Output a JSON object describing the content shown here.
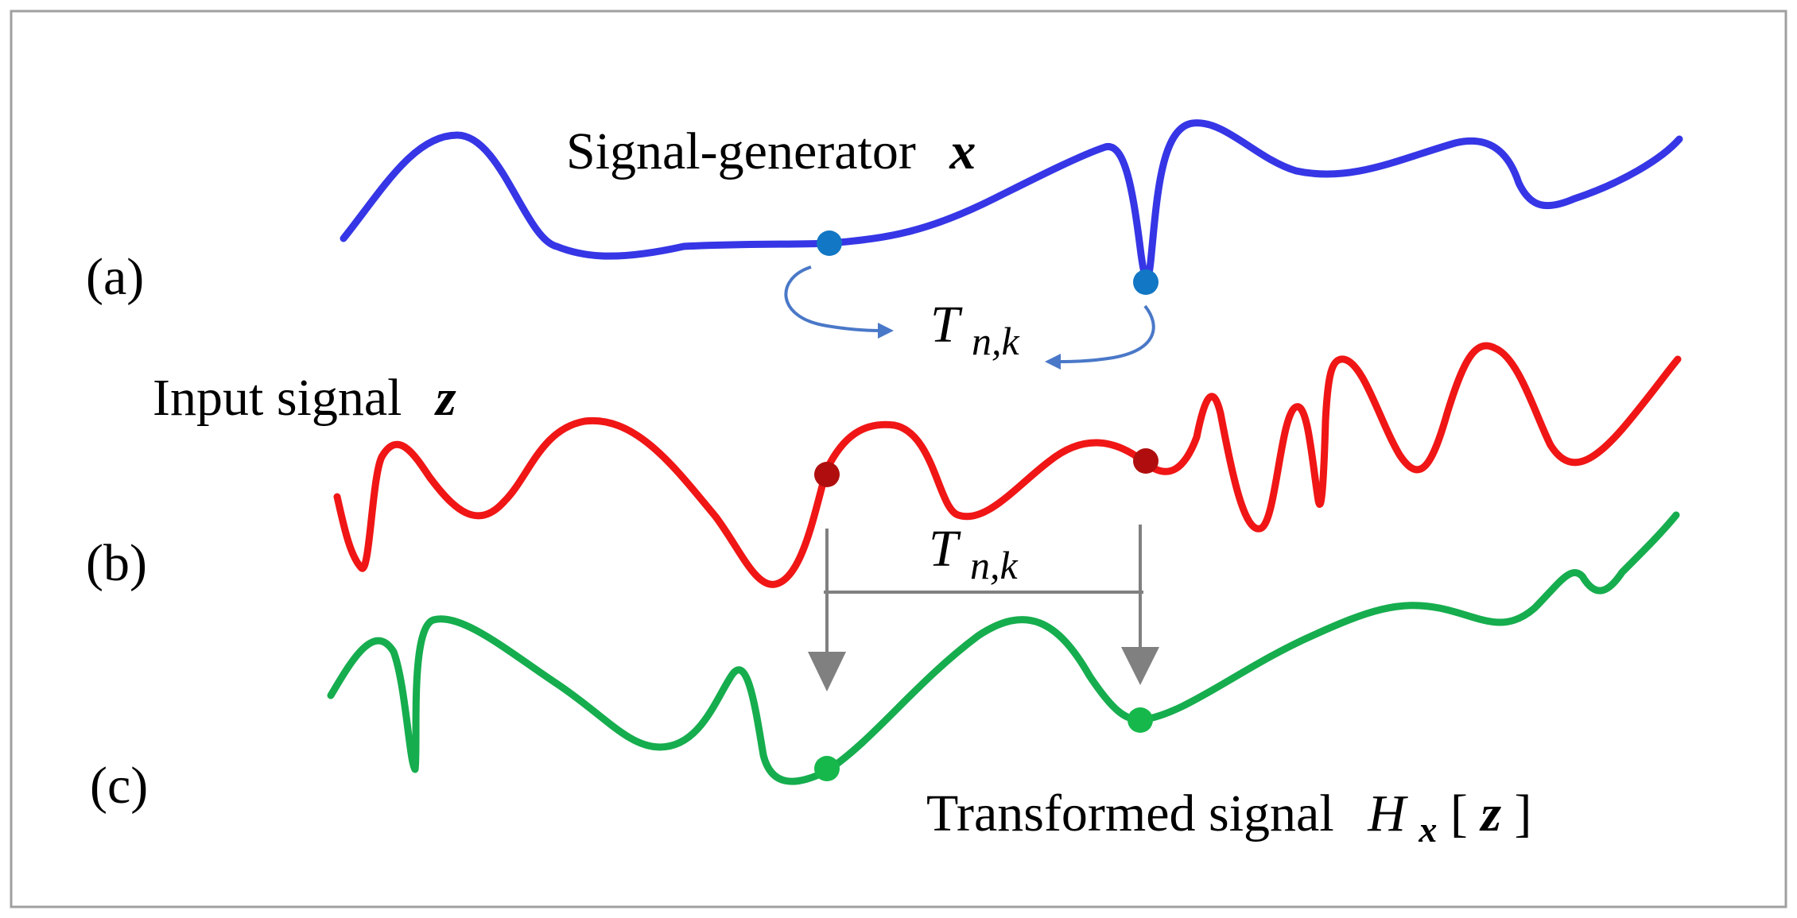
{
  "labels": {
    "panel_a": "(a)",
    "panel_b": "(b)",
    "panel_c": "(c)"
  },
  "captions": {
    "generator_text": "Signal-generator",
    "generator_symbol": "x",
    "input_text": "Input signal",
    "input_symbol": "z",
    "transformed_text": "Transformed signal",
    "transformed_H": "H",
    "transformed_sub": "x",
    "transformed_open": "[",
    "transformed_arg": "z",
    "transformed_close": "]"
  },
  "operator": {
    "symbol": "T",
    "subscript": "n,k"
  },
  "colors": {
    "generator": "#3636e6",
    "generator_marker": "#1277c4",
    "curved_arrow": "#4a78c8",
    "input": "#f01616",
    "input_marker": "#b00e0e",
    "transformed": "#16ad4e",
    "transformed_marker": "#16b84c",
    "guide": "#808080",
    "frame": "#a0a0a0"
  }
}
